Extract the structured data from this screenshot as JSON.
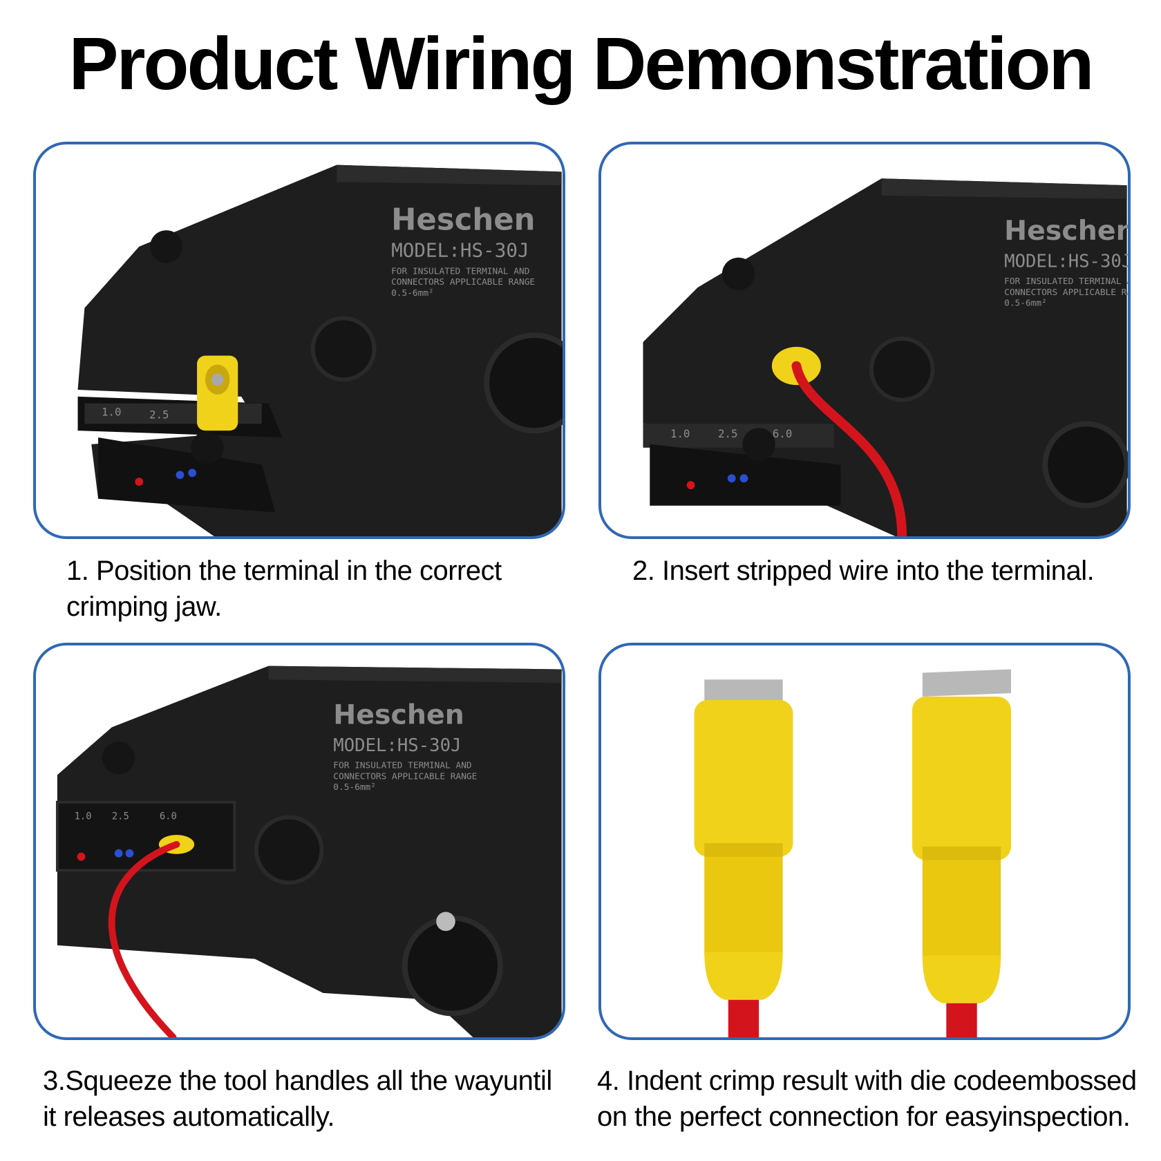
{
  "title": "Product Wiring Demonstration",
  "colors": {
    "border": "#2f68b5",
    "tool_body": "#1e1e1e",
    "terminal_yellow": "#f1d21a",
    "wire_red": "#d4141c"
  },
  "tool_markings": {
    "brand": "Heschen",
    "model": "MODEL:HS-30J",
    "line1": "FOR INSULATED TERMINAL AND",
    "line2": "CONNECTORS APPLICABLE RANGE",
    "line3": "0.5-6mm²",
    "jaw1": "1.0",
    "jaw2": "2.5",
    "jaw3": "6.0"
  },
  "steps": [
    {
      "caption_line1": "1. Position the terminal in the correct",
      "caption_line2": "crimping jaw."
    },
    {
      "caption_line1": "2. Insert stripped wire into the terminal.",
      "caption_line2": ""
    },
    {
      "caption_line1": "3.Squeeze the tool handles all the wayuntil",
      "caption_line2": "it releases automatically."
    },
    {
      "caption_line1": "4. Indent crimp result with die codeembossed",
      "caption_line2": "on the perfect connection for easyinspection."
    }
  ]
}
